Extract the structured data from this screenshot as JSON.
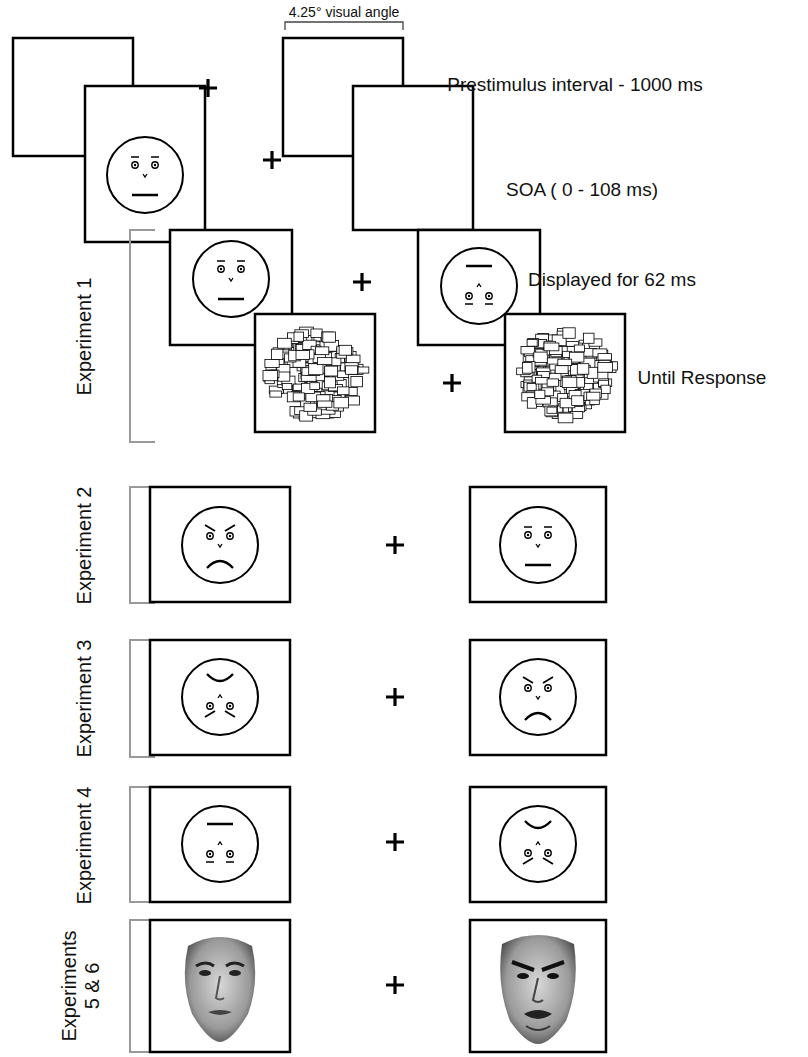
{
  "diagram": {
    "labels": [
      "4.25° visual angle",
      "Prestimulus interval - 1000 ms",
      "SOA ( 0 - 108 ms)",
      "Displayed for 62 ms",
      "Until Response",
      "Experiment 1",
      "Experiment 2",
      "Experiment 3",
      "Experiment 4",
      "Experiments 5 & 6"
    ]
  }
}
